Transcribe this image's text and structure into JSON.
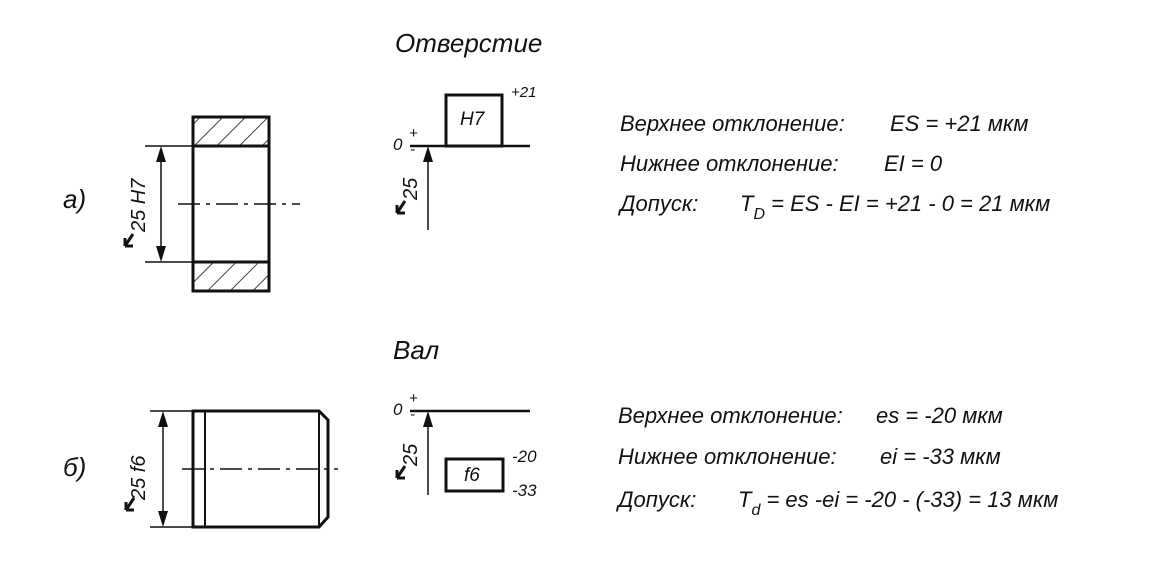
{
  "hole": {
    "title": "Отверстие",
    "label": "а)",
    "dim": "25 H7",
    "zero": "0",
    "plus": "+",
    "minus": "-",
    "axis_dim": "25",
    "field": "H7",
    "upper_dev": "+21",
    "upper_text": "Верхнее отклонение:",
    "upper_value": "ES = +21 мкм",
    "lower_text": "Нижнее отклонение:",
    "lower_value": "EI = 0",
    "tol_text": "Допуск:",
    "tol_T": "T",
    "tol_sub": "D",
    "tol_value": " = ES - EI = +21 - 0 = 21 мкм"
  },
  "shaft": {
    "title": "Вал",
    "label": "б)",
    "dim": "25 f6",
    "zero": "0",
    "plus": "+",
    "minus": "-",
    "axis_dim": "25",
    "field": "f6",
    "upper_dev": "-20",
    "lower_dev": "-33",
    "upper_text": "Верхнее отклонение:",
    "upper_value": "es = -20 мкм",
    "lower_text": "Нижнее отклонение:",
    "lower_value": "ei = -33 мкм",
    "tol_text": "Допуск:",
    "tol_T": "T",
    "tol_sub": "d",
    "tol_value": " = es -ei = -20 - (-33) = 13 мкм"
  }
}
